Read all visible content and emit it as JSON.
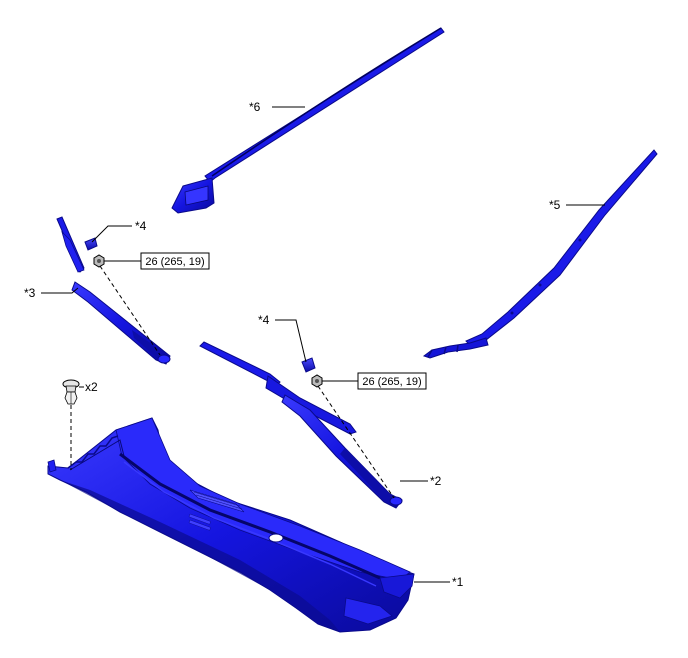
{
  "callouts": {
    "c1": "*1",
    "c2": "*2",
    "c3": "*3",
    "c4a": "*4",
    "c4b": "*4",
    "c5": "*5",
    "c6": "*6"
  },
  "quantity": "x2",
  "torque_specs": {
    "left": "26 (265, 19)",
    "right": "26 (265, 19)"
  },
  "colors": {
    "part_fill": "#1515e0",
    "part_dark": "#0a0a8a",
    "part_light": "#4b4bff",
    "line": "#000000"
  }
}
